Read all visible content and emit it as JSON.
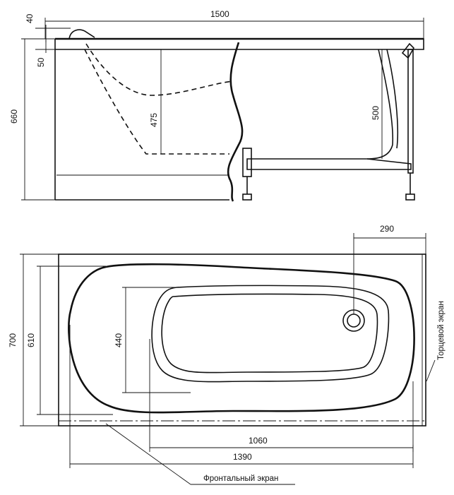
{
  "side_view": {
    "dimensions": {
      "length": "1500",
      "rim_thickness": "40",
      "rim_drop": "50",
      "total_height": "660",
      "inner_depth_head": "475",
      "inner_depth_drain": "500"
    }
  },
  "top_view": {
    "dimensions": {
      "width": "700",
      "inner_width": "610",
      "bottom_width": "440",
      "drain_offset": "290",
      "bottom_length": "1060",
      "inner_length": "1390"
    },
    "labels": {
      "end_panel": "Торцевой экран",
      "front_panel": "Фронтальный экран"
    }
  }
}
